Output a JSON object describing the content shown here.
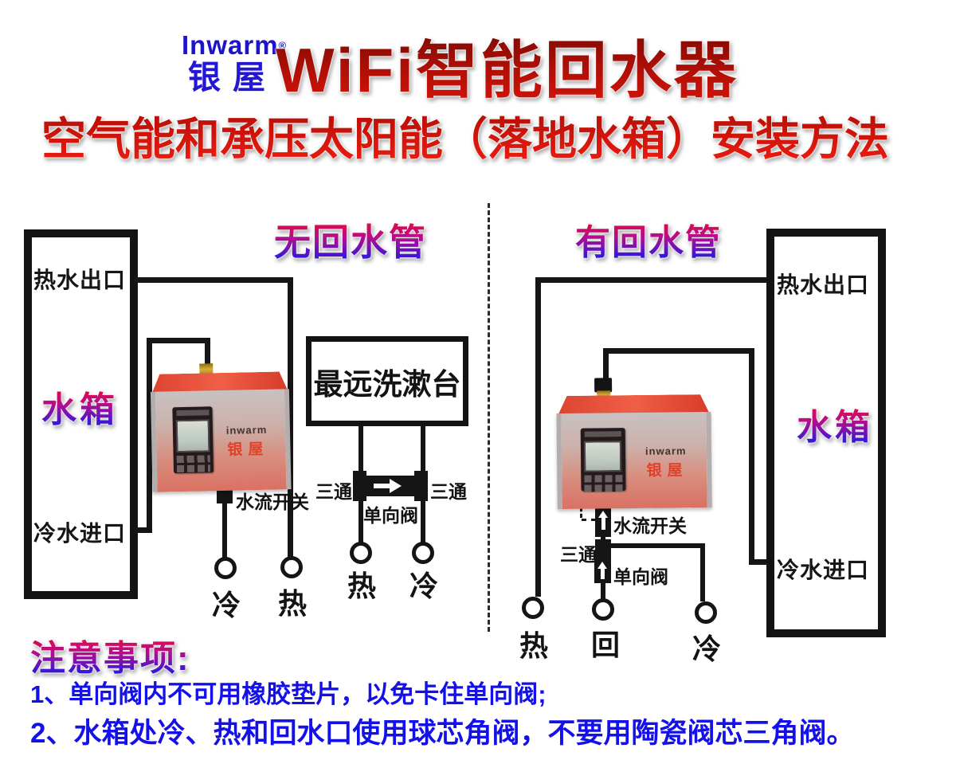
{
  "header": {
    "brand_en": "Inwarm",
    "brand_reg": "®",
    "brand_cn": "银屋",
    "title": "WiFi智能回水器",
    "subtitle": "空气能和承压太阳能（落地水箱）安装方法"
  },
  "sections": {
    "left_title": "无回水管",
    "right_title": "有回水管"
  },
  "labels": {
    "tank": "水箱",
    "hot_outlet": "热水出口",
    "cold_inlet": "冷水进口",
    "flow_switch": "水流开关",
    "tee": "三通",
    "check_valve": "单向阀",
    "basin": "最远洗漱台",
    "hot": "热",
    "cold": "冷",
    "return": "回"
  },
  "device": {
    "brand": "inwarm",
    "brand_cn": "银屋"
  },
  "notes": {
    "heading": "注意事项:",
    "items": [
      "1、单向阀内不可用橡胶垫片，以免卡住单向阀;",
      "2、水箱处冷、热和回水口使用球芯角阀，不要用陶瓷阀芯三角阀。"
    ]
  },
  "colors": {
    "brand_blue": "#1c13cd",
    "title_red_dark": "#7e0a04",
    "title_red": "#d01409",
    "gradient_top_red": "#ee0a30",
    "gradient_bottom_blue": "#2a17e2",
    "note_blue": "#1310ea",
    "line_black": "#151515",
    "device_red": "#df4a33",
    "brass_gold": "#c9a227"
  }
}
